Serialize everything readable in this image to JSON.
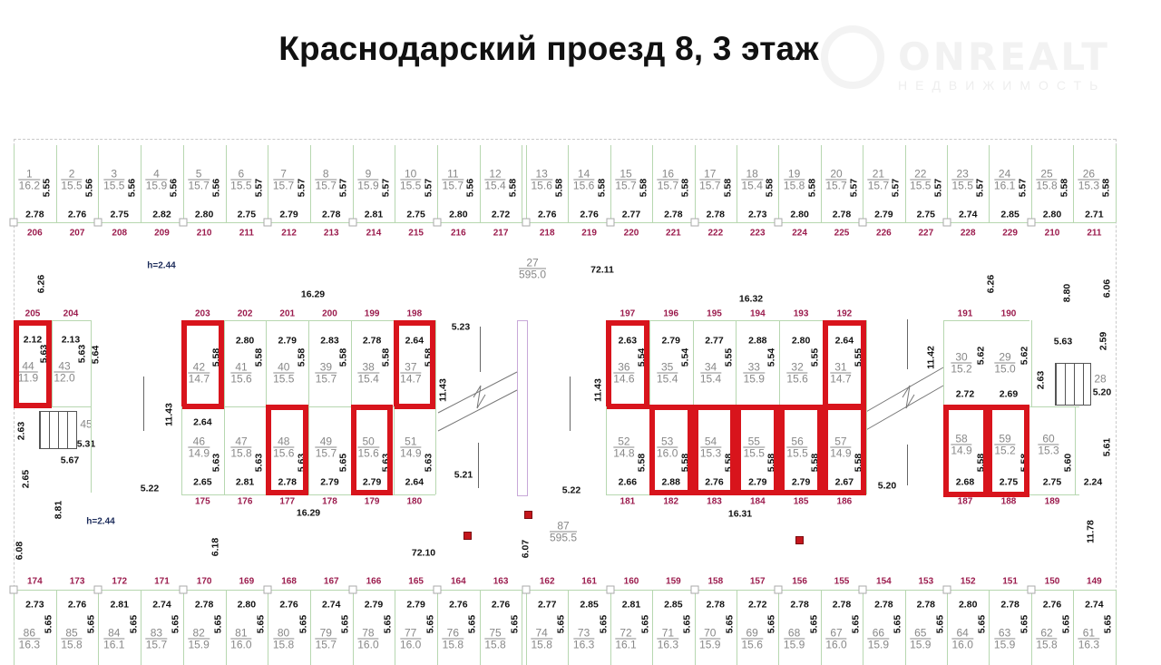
{
  "title": "Краснодарский проезд 8, 3 этаж",
  "watermark": {
    "brand": "ONREALT",
    "subtitle": "НЕДВИЖИМОСТЬ"
  },
  "colors": {
    "highlight": "#d8141c",
    "corridor_number": "#9b1b4d",
    "wall": "#b7d7b0"
  },
  "top_row": {
    "units": [
      {
        "num": "1",
        "area": "16.2",
        "width": "2.78",
        "depth": "5.55",
        "corridor": "206"
      },
      {
        "num": "2",
        "area": "15.5",
        "width": "2.76",
        "depth": "5.56",
        "corridor": "207"
      },
      {
        "num": "3",
        "area": "15.5",
        "width": "2.75",
        "depth": "5.56",
        "corridor": "208"
      },
      {
        "num": "4",
        "area": "15.9",
        "width": "2.82",
        "depth": "5.56",
        "corridor": "209"
      },
      {
        "num": "5",
        "area": "15.7",
        "width": "2.80",
        "depth": "5.56",
        "corridor": "210"
      },
      {
        "num": "6",
        "area": "15.5",
        "width": "2.75",
        "depth": "5.57",
        "corridor": "211"
      },
      {
        "num": "7",
        "area": "15.7",
        "width": "2.79",
        "depth": "5.57",
        "corridor": "212"
      },
      {
        "num": "8",
        "area": "15.7",
        "width": "2.78",
        "depth": "5.57",
        "corridor": "213"
      },
      {
        "num": "9",
        "area": "15.9",
        "width": "2.81",
        "depth": "5.57",
        "corridor": "214"
      },
      {
        "num": "10",
        "area": "15.5",
        "width": "2.75",
        "depth": "5.57",
        "corridor": "215"
      },
      {
        "num": "11",
        "area": "15.7",
        "width": "2.80",
        "depth": "5.56",
        "corridor": "216"
      },
      {
        "num": "12",
        "area": "15.4",
        "width": "2.72",
        "depth": "5.58",
        "corridor": "217"
      },
      {
        "num": "13",
        "area": "15.6",
        "width": "2.76",
        "depth": "5.58",
        "corridor": "218"
      },
      {
        "num": "14",
        "area": "15.6",
        "width": "2.76",
        "depth": "5.58",
        "corridor": "219"
      },
      {
        "num": "15",
        "area": "15.7",
        "width": "2.77",
        "depth": "5.58",
        "corridor": "220"
      },
      {
        "num": "16",
        "area": "15.7",
        "width": "2.78",
        "depth": "5.58",
        "corridor": "221"
      },
      {
        "num": "17",
        "area": "15.7",
        "width": "2.78",
        "depth": "5.58",
        "corridor": "222"
      },
      {
        "num": "18",
        "area": "15.4",
        "width": "2.73",
        "depth": "5.58",
        "corridor": "223"
      },
      {
        "num": "19",
        "area": "15.8",
        "width": "2.80",
        "depth": "5.58",
        "corridor": "224"
      },
      {
        "num": "20",
        "area": "15.7",
        "width": "2.78",
        "depth": "5.57",
        "corridor": "225"
      },
      {
        "num": "21",
        "area": "15.7",
        "width": "2.79",
        "depth": "5.57",
        "corridor": "226"
      },
      {
        "num": "22",
        "area": "15.5",
        "width": "2.75",
        "depth": "5.57",
        "corridor": "227"
      },
      {
        "num": "23",
        "area": "15.5",
        "width": "2.74",
        "depth": "5.57",
        "corridor": "228"
      },
      {
        "num": "24",
        "area": "16.1",
        "width": "2.85",
        "depth": "5.57",
        "corridor": "229"
      },
      {
        "num": "25",
        "area": "15.8",
        "width": "2.80",
        "depth": "5.58",
        "corridor": "210"
      },
      {
        "num": "26",
        "area": "15.3",
        "width": "2.71",
        "depth": "5.58",
        "corridor": "211"
      }
    ]
  },
  "bottom_row": {
    "units": [
      {
        "num": "86",
        "area": "16.3",
        "width": "2.73",
        "depth": "5.65",
        "corridor": "174"
      },
      {
        "num": "85",
        "area": "15.8",
        "width": "2.76",
        "depth": "5.65",
        "corridor": "173"
      },
      {
        "num": "84",
        "area": "16.1",
        "width": "2.81",
        "depth": "5.65",
        "corridor": "172"
      },
      {
        "num": "83",
        "area": "15.7",
        "width": "2.74",
        "depth": "5.65",
        "corridor": "171"
      },
      {
        "num": "82",
        "area": "15.9",
        "width": "2.78",
        "depth": "5.65",
        "corridor": "170"
      },
      {
        "num": "81",
        "area": "16.0",
        "width": "2.80",
        "depth": "5.65",
        "corridor": "169"
      },
      {
        "num": "80",
        "area": "15.8",
        "width": "2.76",
        "depth": "5.65",
        "corridor": "168"
      },
      {
        "num": "79",
        "area": "15.7",
        "width": "2.74",
        "depth": "5.65",
        "corridor": "167"
      },
      {
        "num": "78",
        "area": "16.0",
        "width": "2.79",
        "depth": "5.65",
        "corridor": "166"
      },
      {
        "num": "77",
        "area": "16.0",
        "width": "2.79",
        "depth": "5.65",
        "corridor": "165"
      },
      {
        "num": "76",
        "area": "15.8",
        "width": "2.76",
        "depth": "5.65",
        "corridor": "164"
      },
      {
        "num": "75",
        "area": "15.8",
        "width": "2.76",
        "depth": "5.65",
        "corridor": "163"
      },
      {
        "num": "74",
        "area": "15.8",
        "width": "2.77",
        "depth": "5.65",
        "corridor": "162"
      },
      {
        "num": "73",
        "area": "16.3",
        "width": "2.85",
        "depth": "5.65",
        "corridor": "161"
      },
      {
        "num": "72",
        "area": "16.1",
        "width": "2.81",
        "depth": "5.65",
        "corridor": "160"
      },
      {
        "num": "71",
        "area": "16.3",
        "width": "2.85",
        "depth": "5.65",
        "corridor": "159"
      },
      {
        "num": "70",
        "area": "15.9",
        "width": "2.78",
        "depth": "5.65",
        "corridor": "158"
      },
      {
        "num": "69",
        "area": "15.6",
        "width": "2.72",
        "depth": "5.65",
        "corridor": "157"
      },
      {
        "num": "68",
        "area": "15.9",
        "width": "2.78",
        "depth": "5.65",
        "corridor": "156"
      },
      {
        "num": "67",
        "area": "16.0",
        "width": "2.78",
        "depth": "5.65",
        "corridor": "155"
      },
      {
        "num": "66",
        "area": "15.9",
        "width": "2.78",
        "depth": "5.65",
        "corridor": "154"
      },
      {
        "num": "65",
        "area": "15.9",
        "width": "2.78",
        "depth": "5.65",
        "corridor": "153"
      },
      {
        "num": "64",
        "area": "16.0",
        "width": "2.80",
        "depth": "5.65",
        "corridor": "152"
      },
      {
        "num": "63",
        "area": "15.9",
        "width": "2.78",
        "depth": "5.65",
        "corridor": "151"
      },
      {
        "num": "62",
        "area": "15.8",
        "width": "2.76",
        "depth": "5.65",
        "corridor": "150"
      },
      {
        "num": "61",
        "area": "16.3",
        "width": "2.74",
        "depth": "5.65",
        "corridor": "149"
      }
    ]
  },
  "block_left": {
    "top": [
      {
        "num": "42",
        "area": "14.7",
        "width": "2.64",
        "depth": "5.58",
        "corridor": "203",
        "highlighted": true
      },
      {
        "num": "41",
        "area": "15.6",
        "width": "2.80",
        "depth": "5.58",
        "corridor": "202",
        "highlighted": false
      },
      {
        "num": "40",
        "area": "15.5",
        "width": "2.79",
        "depth": "5.58",
        "corridor": "201",
        "highlighted": false
      },
      {
        "num": "39",
        "area": "15.7",
        "width": "2.83",
        "depth": "5.58",
        "corridor": "200",
        "highlighted": false
      },
      {
        "num": "38",
        "area": "15.4",
        "width": "2.78",
        "depth": "5.58",
        "corridor": "199",
        "highlighted": false
      },
      {
        "num": "37",
        "area": "14.7",
        "width": "2.64",
        "depth": "5.58",
        "corridor": "198",
        "highlighted": true
      }
    ],
    "bottom": [
      {
        "num": "46",
        "area": "14.9",
        "width": "2.65",
        "depth": "5.63",
        "corridor": "175",
        "highlighted": false
      },
      {
        "num": "47",
        "area": "15.8",
        "width": "2.81",
        "depth": "5.63",
        "corridor": "176",
        "highlighted": false
      },
      {
        "num": "48",
        "area": "15.6",
        "width": "2.78",
        "depth": "5.63",
        "corridor": "177",
        "highlighted": true
      },
      {
        "num": "49",
        "area": "15.7",
        "width": "2.79",
        "depth": "5.65",
        "corridor": "178",
        "highlighted": false
      },
      {
        "num": "50",
        "area": "15.6",
        "width": "2.79",
        "depth": "5.63",
        "corridor": "179",
        "highlighted": true
      },
      {
        "num": "51",
        "area": "14.9",
        "width": "2.64",
        "depth": "5.63",
        "corridor": "180",
        "highlighted": false
      }
    ],
    "length_top": "16.29",
    "length_bottom": "16.29",
    "height_left": "11.43",
    "height_right": "11.43"
  },
  "block_right": {
    "top": [
      {
        "num": "36",
        "area": "14.6",
        "width": "2.63",
        "depth": "5.54",
        "corridor": "197",
        "highlighted": true
      },
      {
        "num": "35",
        "area": "15.4",
        "width": "2.79",
        "depth": "5.54",
        "corridor": "196",
        "highlighted": false
      },
      {
        "num": "34",
        "area": "15.4",
        "width": "2.77",
        "depth": "5.55",
        "corridor": "195",
        "highlighted": false
      },
      {
        "num": "33",
        "area": "15.9",
        "width": "2.88",
        "depth": "5.54",
        "corridor": "194",
        "highlighted": false
      },
      {
        "num": "32",
        "area": "15.6",
        "width": "2.80",
        "depth": "5.55",
        "corridor": "193",
        "highlighted": false
      },
      {
        "num": "31",
        "area": "14.7",
        "width": "2.64",
        "depth": "5.55",
        "corridor": "192",
        "highlighted": true
      }
    ],
    "bottom": [
      {
        "num": "52",
        "area": "14.8",
        "width": "2.66",
        "depth": "5.58",
        "corridor": "181",
        "highlighted": false
      },
      {
        "num": "53",
        "area": "16.0",
        "width": "2.88",
        "depth": "5.58",
        "corridor": "182",
        "highlighted": true
      },
      {
        "num": "54",
        "area": "15.3",
        "width": "2.76",
        "depth": "5.58",
        "corridor": "183",
        "highlighted": true
      },
      {
        "num": "55",
        "area": "15.5",
        "width": "2.79",
        "depth": "5.58",
        "corridor": "184",
        "highlighted": true
      },
      {
        "num": "56",
        "area": "15.5",
        "width": "2.79",
        "depth": "5.58",
        "corridor": "185",
        "highlighted": true
      },
      {
        "num": "57",
        "area": "14.9",
        "width": "2.67",
        "depth": "5.58",
        "corridor": "186",
        "highlighted": true
      }
    ],
    "length_top": "16.32",
    "length_bottom": "16.31",
    "height_left": "11.43"
  },
  "far_left": {
    "units": [
      {
        "num": "44",
        "area": "11.9",
        "width": "2.12",
        "depth": "5.63",
        "corridor": "205",
        "highlighted": true
      },
      {
        "num": "43",
        "area": "12.0",
        "width": "2.13",
        "depth": "5.63",
        "corridor": "204",
        "highlighted": false
      }
    ],
    "stair_num": "45",
    "stair_len": "5.31",
    "stair_h": "2.63",
    "lobby_w": "5.67",
    "lobby_h": "2.65",
    "wall_depth": "5.64",
    "dim_626": "6.26",
    "dim_881": "8.81",
    "dim_608": "6.08",
    "dim_618": "6.18",
    "dim_522": "5.22",
    "h_top": "h=2.44",
    "h_bottom": "h=2.44"
  },
  "far_right": {
    "top": [
      {
        "num": "30",
        "area": "15.2",
        "width": "2.72",
        "depth": "5.62",
        "corridor": "191",
        "highlighted": false
      },
      {
        "num": "29",
        "area": "15.0",
        "width": "2.69",
        "depth": "5.62",
        "corridor": "190",
        "highlighted": false
      }
    ],
    "bottom": [
      {
        "num": "58",
        "area": "14.9",
        "width": "2.68",
        "depth": "5.58",
        "corridor": "187",
        "highlighted": true
      },
      {
        "num": "59",
        "area": "15.2",
        "width": "2.75",
        "depth": "5.58",
        "corridor": "188",
        "highlighted": true
      },
      {
        "num": "60",
        "area": "15.3",
        "width": "2.75",
        "depth": "5.60",
        "corridor": "189",
        "highlighted": false
      }
    ],
    "extra_width": "2.24",
    "stair_num": "28",
    "stair_len": "5.20",
    "stair_h": "2.63",
    "lobby_w": "5.63",
    "dim_259": "2.59",
    "dim_561": "5.61",
    "dim_1178": "11.78",
    "dim_880": "8.80",
    "dim_606": "6.06",
    "dim_626": "6.26",
    "dim_1142": "11.42",
    "dim_520": "5.20"
  },
  "corridors": {
    "north": {
      "num": "27",
      "area": "595.0",
      "length": "72.11"
    },
    "south": {
      "num": "87",
      "area": "595.5",
      "length": "72.10"
    },
    "dim_523": "5.23",
    "dim_521": "5.21",
    "dim_522": "5.22",
    "dim_607": "6.07"
  }
}
